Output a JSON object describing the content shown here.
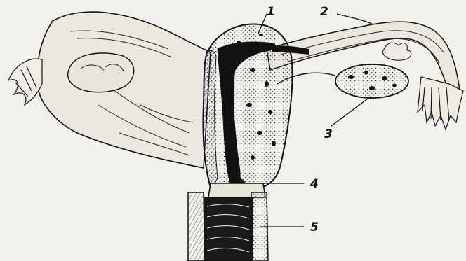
{
  "figure": {
    "labels": [
      {
        "id": "1",
        "text": "1"
      },
      {
        "id": "2",
        "text": "2"
      },
      {
        "id": "3",
        "text": "3"
      },
      {
        "id": "4",
        "text": "4"
      },
      {
        "id": "5",
        "text": "5"
      }
    ]
  },
  "colors": {
    "ink": "#111111",
    "paper": "#f3f1ec",
    "tissue": "#e4e0d6"
  }
}
